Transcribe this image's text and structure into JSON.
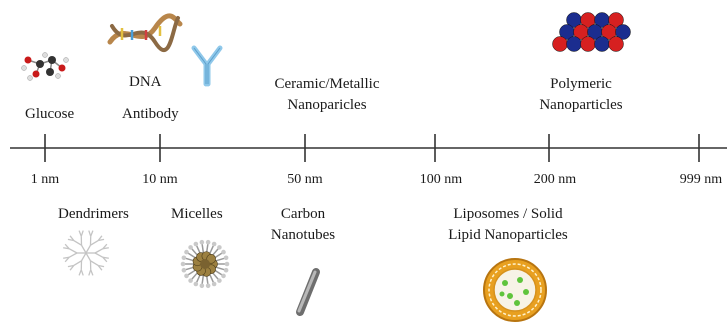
{
  "axis": {
    "ticks": [
      {
        "label": "1 nm",
        "value": 1
      },
      {
        "label": "10 nm",
        "value": 10
      },
      {
        "label": "50 nm",
        "value": 50
      },
      {
        "label": "100 nm",
        "value": 100
      },
      {
        "label": "200 nm",
        "value": 200
      },
      {
        "label": "999 nm",
        "value": 999
      }
    ]
  },
  "above": {
    "glucose": "Glucose",
    "dna": "DNA",
    "antibody": "Antibody",
    "ceramic_line1": "Ceramic/Metallic",
    "ceramic_line2": "Nanoparicles",
    "polymeric_line1": "Polymeric",
    "polymeric_line2": "Nanoparticles"
  },
  "below": {
    "dendrimers": "Dendrimers",
    "micelles": "Micelles",
    "carbon_line1": "Carbon",
    "carbon_line2": "Nanotubes",
    "liposomes_line1": "Liposomes / Solid",
    "liposomes_line2": "Lipid Nanoparticles"
  },
  "colors": {
    "axis": "#333333",
    "polymer_red": "#d62020",
    "polymer_blue": "#1b2d8f",
    "liposome_orange": "#e8a020",
    "liposome_green": "#5fc43c",
    "antibody": "#8fc8ea"
  }
}
